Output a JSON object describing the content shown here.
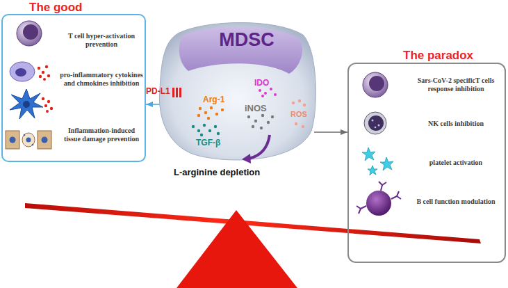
{
  "diagram": {
    "nodes": [
      {
        "text": [
          "The good",
          "T cell hyper-activation prevention",
          "pro-inflammatory cytokines and chmokines inhibition",
          "Inflammation-induced tissue damage prevention"
        ]
      },
      {
        "text": [
          "MDSC",
          "IDO",
          "Arg-1",
          "iNOS",
          "ROS",
          "TGF-β"
        ]
      },
      {
        "text": [
          "The paradox",
          "Sars-CoV-2 specificT cells response inhibition",
          "NK cells inhibition",
          "platelet activation",
          "B cell function modulation"
        ]
      }
    ],
    "edges": [
      {
        "from": 1,
        "to": 0,
        "arrow": "to"
      },
      {
        "from": 1,
        "to": 2,
        "arrow": "to"
      }
    ],
    "labels": [
      "PD-L1",
      "L-arginine depletion"
    ]
  }
}
